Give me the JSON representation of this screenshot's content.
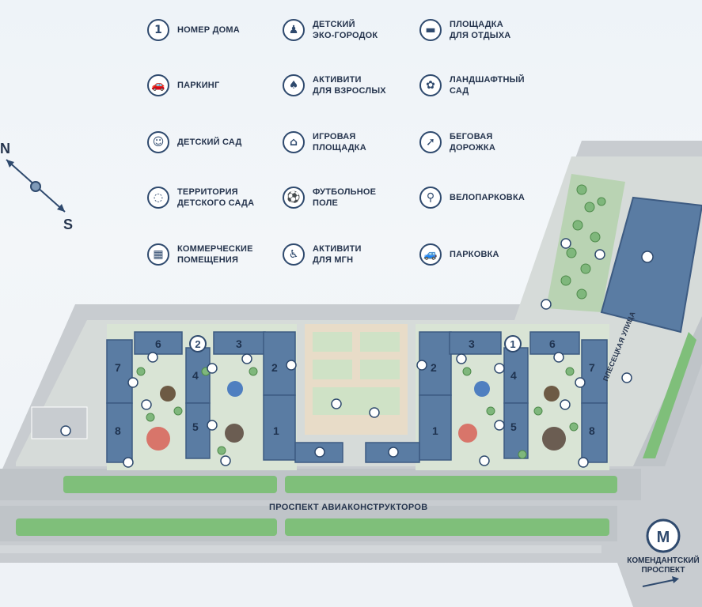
{
  "legend": {
    "items": [
      {
        "icon": "1",
        "label": "НОМЕР ДОМА",
        "name": "legend-house-number"
      },
      {
        "icon": "🚗",
        "label": "ПАРКИНГ",
        "name": "legend-parking-garage"
      },
      {
        "icon": "☺",
        "label": "ДЕТСКИЙ САД",
        "name": "legend-kindergarten"
      },
      {
        "icon": "◌",
        "label": "ТЕРРИТОРИЯ\nДЕТСКОГО САДА",
        "name": "legend-kindergarten-territory"
      },
      {
        "icon": "▦",
        "label": "КОММЕРЧЕСКИЕ\nПОМЕЩЕНИЯ",
        "name": "legend-commercial"
      },
      {
        "icon": "♟",
        "label": "ДЕТСКИЙ\nЭКО-ГОРОДОК",
        "name": "legend-eco-town"
      },
      {
        "icon": "♠",
        "label": "АКТИВИТИ\nДЛЯ ВЗРОСЛЫХ",
        "name": "legend-adult-activity"
      },
      {
        "icon": "⌂",
        "label": "ИГРОВАЯ\nПЛОЩАДКА",
        "name": "legend-playground"
      },
      {
        "icon": "⚽",
        "label": "ФУТБОЛЬНОЕ\nПОЛЕ",
        "name": "legend-football"
      },
      {
        "icon": "♿",
        "label": "АКТИВИТИ\nДЛЯ МГН",
        "name": "legend-mgn-activity"
      },
      {
        "icon": "▬",
        "label": "ПЛОЩАДКА\nДЛЯ ОТДЫХА",
        "name": "legend-rest-area"
      },
      {
        "icon": "✿",
        "label": "ЛАНДШАФТНЫЙ\nСАД",
        "name": "legend-landscape-garden"
      },
      {
        "icon": "➚",
        "label": "БЕГОВАЯ\nДОРОЖКА",
        "name": "legend-running-track"
      },
      {
        "icon": "⚲",
        "label": "ВЕЛОПАРКОВКА",
        "name": "legend-bike-parking"
      },
      {
        "icon": "🚙",
        "label": "ПАРКОВКА",
        "name": "legend-parking"
      }
    ]
  },
  "compass": {
    "north": "N",
    "south": "S"
  },
  "streets": {
    "main": "ПРОСПЕКТ АВИАКОНСТРУКТОРОВ",
    "side": "ПЛЕСЕЦКАЯ УЛИЦА"
  },
  "metro": {
    "symbol": "M",
    "label": "КОМЕНДАНТСКИЙ\nПРОСПЕКТ"
  },
  "buildings": {
    "left": [
      "1",
      "2",
      "3",
      "4",
      "5",
      "6",
      "7",
      "8"
    ],
    "right": [
      "1",
      "2",
      "3",
      "4",
      "5",
      "6",
      "7",
      "8"
    ],
    "left_badge": "2",
    "right_badge": "1"
  },
  "colors": {
    "road": "#c7cbcf",
    "grass": "#b9d3b3",
    "building": "#5a7ca3",
    "outline": "#2f4a6e",
    "path": "#e8dcc8"
  }
}
